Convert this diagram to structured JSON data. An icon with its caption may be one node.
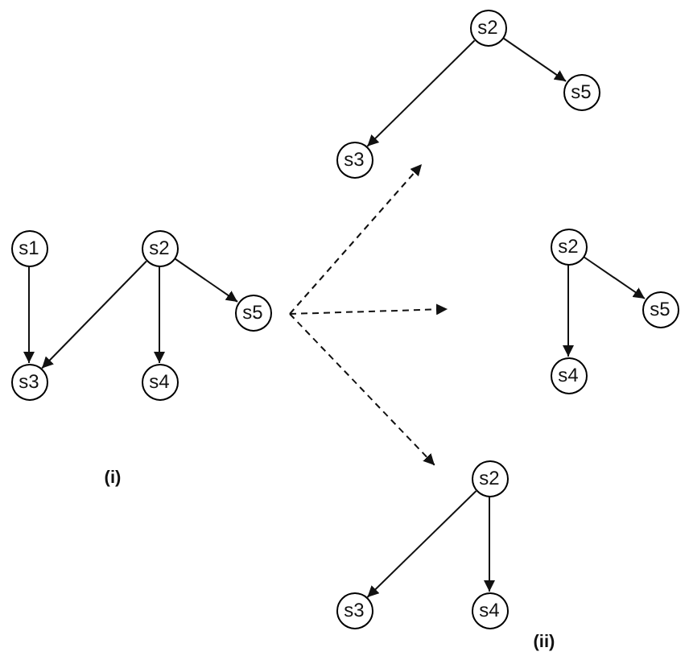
{
  "diagram": {
    "nodes": [
      {
        "text": [
          "s1"
        ]
      },
      {
        "text": [
          "s2"
        ]
      },
      {
        "text": [
          "s5"
        ]
      },
      {
        "text": [
          "s3"
        ]
      },
      {
        "text": [
          "s4"
        ]
      },
      {
        "text": [
          "s2"
        ]
      },
      {
        "text": [
          "s5"
        ]
      },
      {
        "text": [
          "s3"
        ]
      },
      {
        "text": [
          "s2"
        ]
      },
      {
        "text": [
          "s5"
        ]
      },
      {
        "text": [
          "s4"
        ]
      },
      {
        "text": [
          "s2"
        ]
      },
      {
        "text": [
          "s3"
        ]
      },
      {
        "text": [
          "s4"
        ]
      }
    ],
    "edges": [
      {
        "from": 0,
        "to": 3,
        "arrow": "to"
      },
      {
        "from": 1,
        "to": 3,
        "arrow": "to"
      },
      {
        "from": 1,
        "to": 4,
        "arrow": "to"
      },
      {
        "from": 1,
        "to": 2,
        "arrow": "to"
      },
      {
        "from": 5,
        "to": 7,
        "arrow": "to"
      },
      {
        "from": 5,
        "to": 6,
        "arrow": "to"
      },
      {
        "from": 8,
        "to": 10,
        "arrow": "to"
      },
      {
        "from": 8,
        "to": 9,
        "arrow": "to"
      },
      {
        "from": 11,
        "to": 12,
        "arrow": "to"
      },
      {
        "from": 11,
        "to": 13,
        "arrow": "to"
      }
    ],
    "labels": [
      "(i)",
      "(ii)"
    ]
  }
}
